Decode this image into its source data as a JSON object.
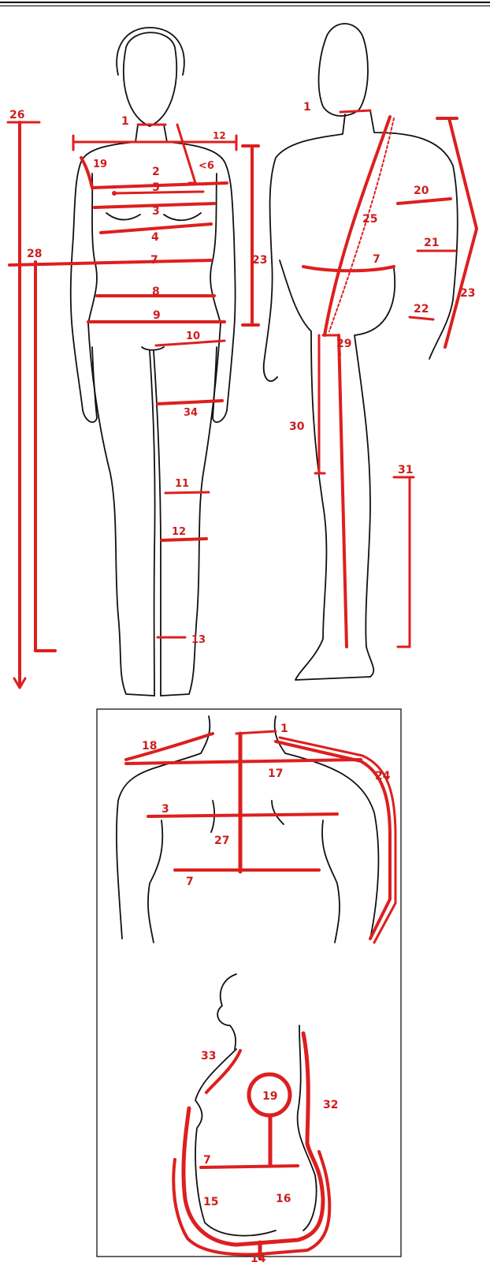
{
  "colors": {
    "measure": "#dd1f1f",
    "outline": "#111111",
    "background": "#ffffff"
  },
  "labels": {
    "female": {
      "l1": "1",
      "l2": "2",
      "l3": "3",
      "l4": "4",
      "l5": "5",
      "l6": "<6",
      "l7": "7",
      "l8": "8",
      "l9": "9",
      "l10": "10",
      "l11": "11",
      "l12": "12",
      "l12top": "12",
      "l13": "13",
      "l19": "19",
      "l23": "23",
      "l26": "26",
      "l28": "28",
      "l34": "34"
    },
    "male": {
      "l1": "1",
      "l7": "7",
      "l20": "20",
      "l21": "21",
      "l22": "22",
      "l23": "23",
      "l25": "25",
      "l29": "29",
      "l30": "30",
      "l31": "31"
    },
    "back": {
      "l1": "1",
      "l3": "3",
      "l7": "7",
      "l17": "17",
      "l18": "18",
      "l24": "24",
      "l27": "27"
    },
    "side": {
      "l7": "7",
      "l14": "14",
      "l15": "15",
      "l16": "16",
      "l19": "19",
      "l32": "32",
      "l33": "33"
    }
  }
}
